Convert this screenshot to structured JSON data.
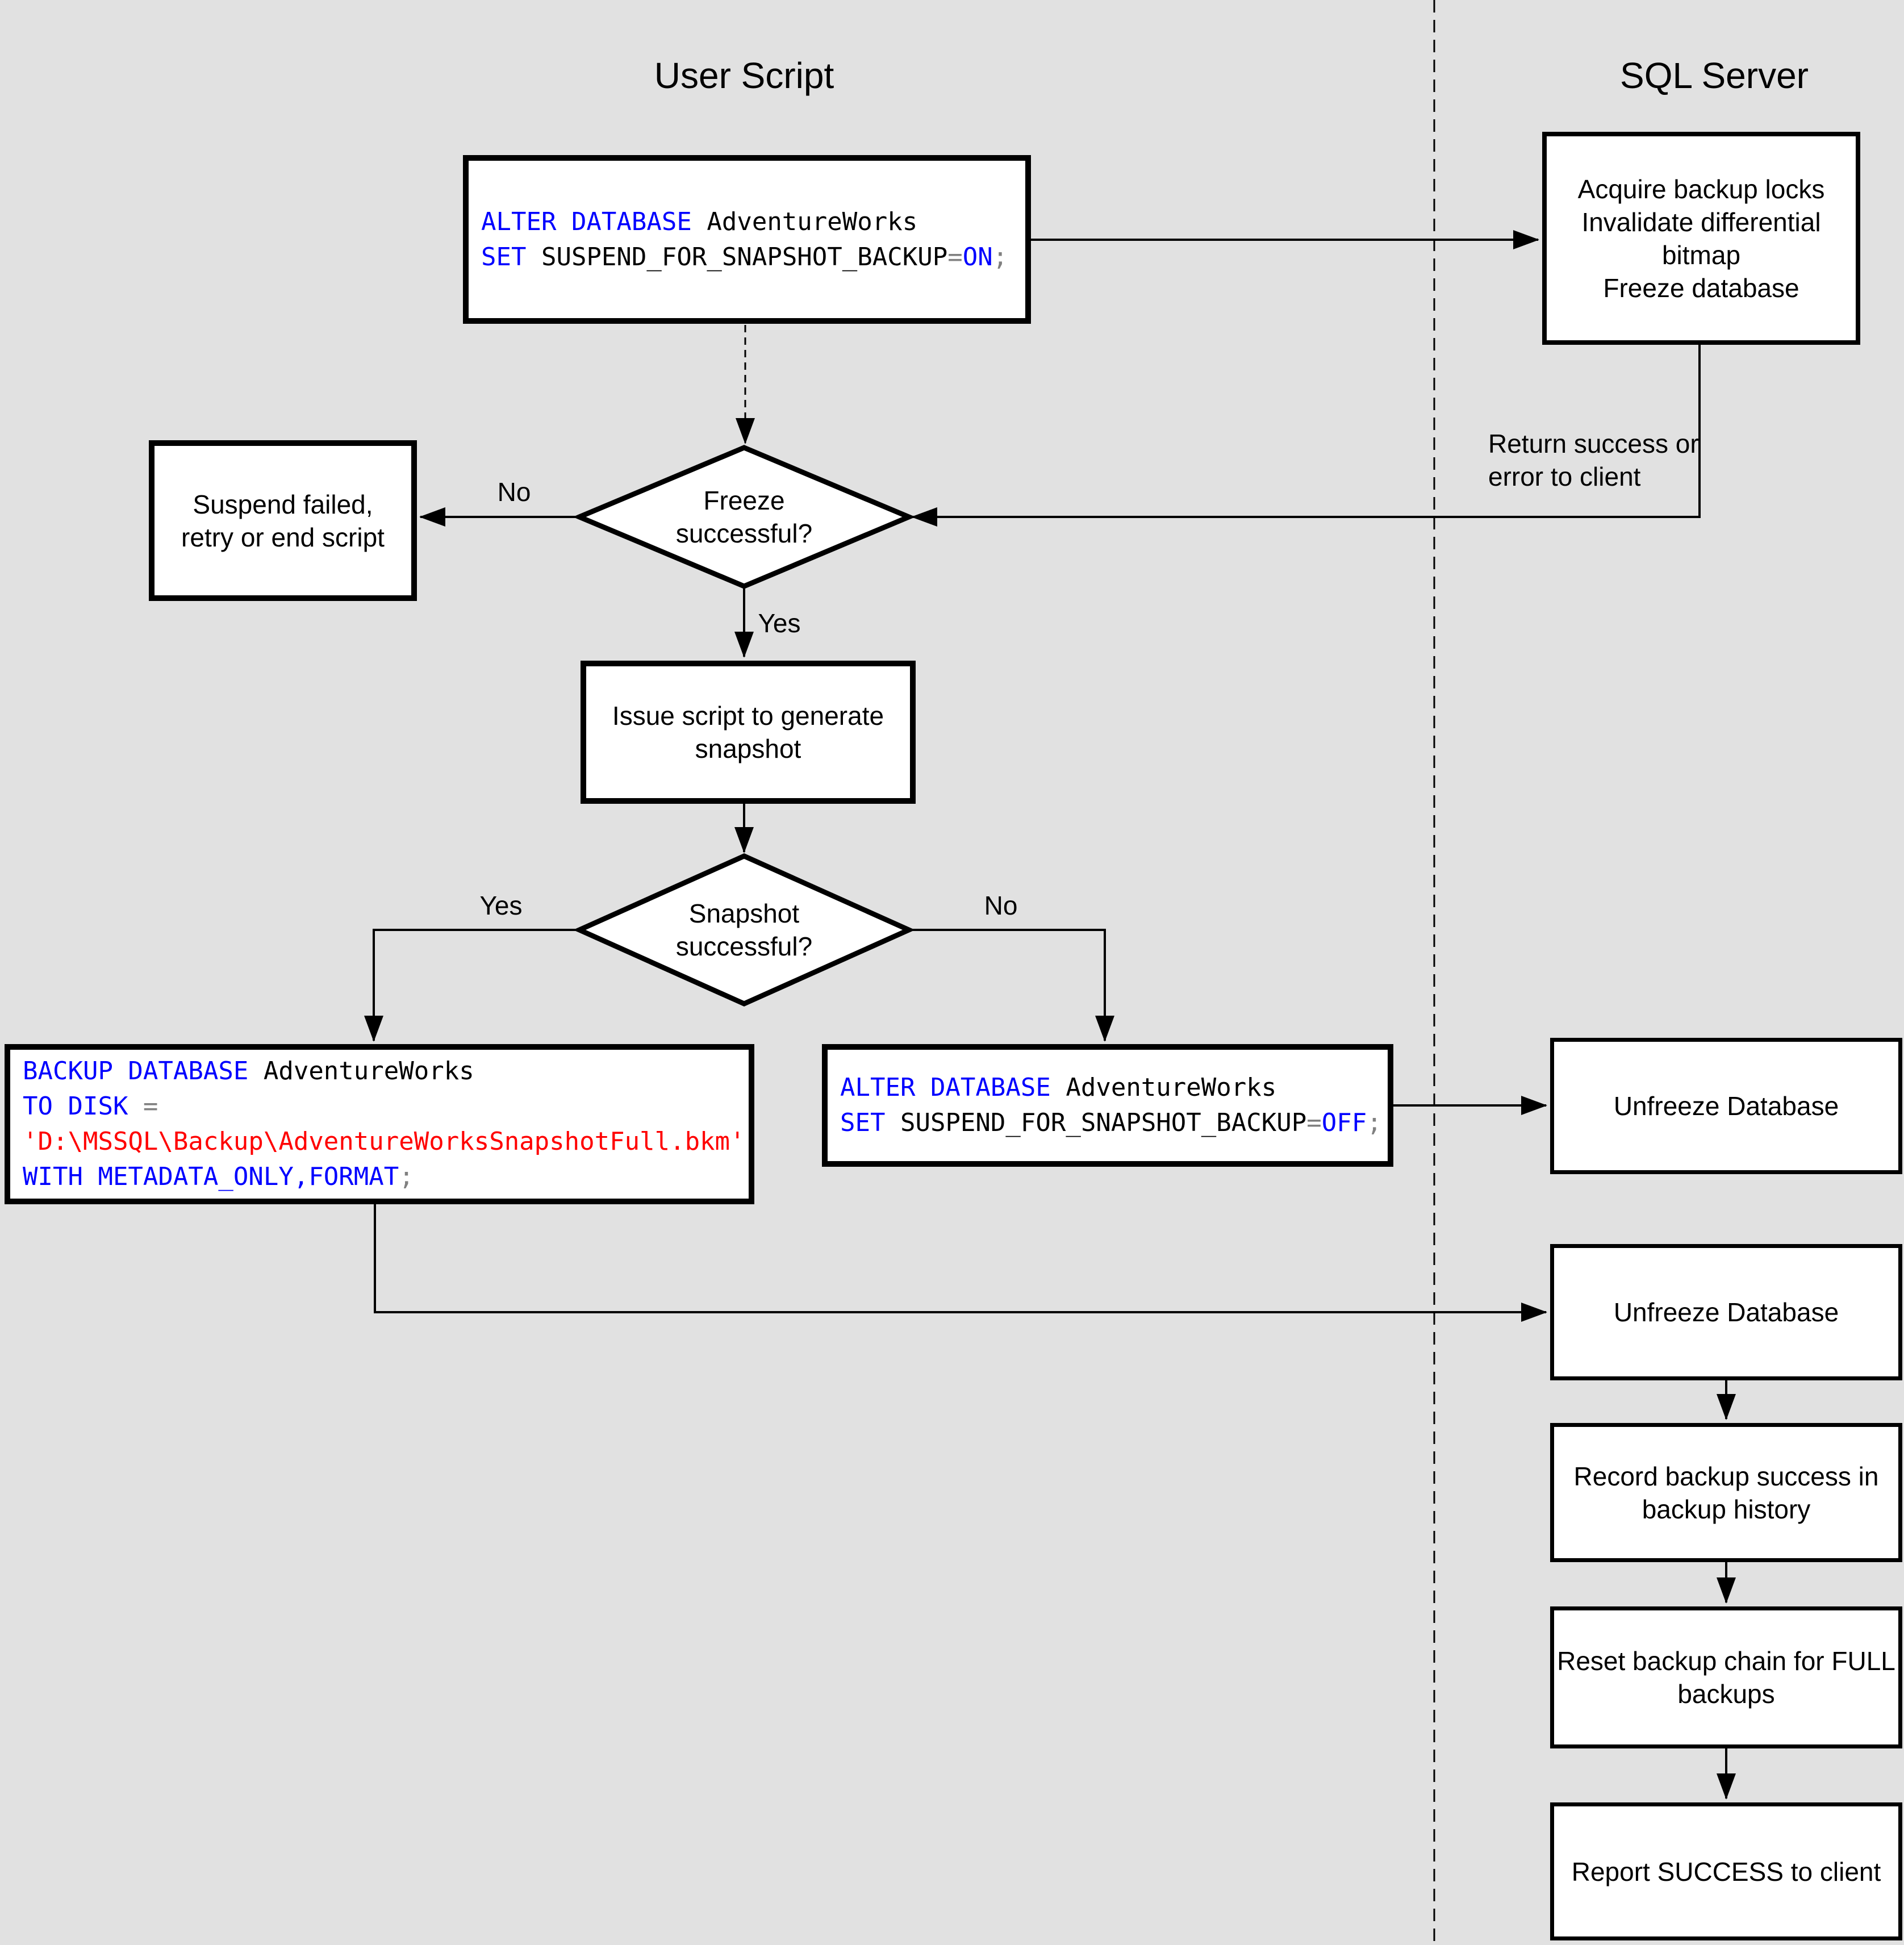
{
  "titles": {
    "left": "User Script",
    "right": "SQL Server"
  },
  "nodes": {
    "acquire": {
      "lines": [
        "Acquire backup locks",
        "Invalidate differential",
        "bitmap",
        "Freeze database"
      ]
    },
    "suspend_failed": {
      "lines": [
        "Suspend failed,",
        "retry or end script"
      ]
    },
    "freeze_decision": {
      "lines": [
        "Freeze",
        "successful?"
      ]
    },
    "issue_script": {
      "lines": [
        "Issue script to generate",
        "snapshot"
      ]
    },
    "snapshot_decision": {
      "lines": [
        "Snapshot",
        "successful?"
      ]
    },
    "unfreeze_1": {
      "lines": [
        "Unfreeze Database"
      ]
    },
    "unfreeze_2": {
      "lines": [
        "Unfreeze Database"
      ]
    },
    "record_history": {
      "lines": [
        "Record backup success in",
        "backup history"
      ]
    },
    "reset_chain": {
      "lines": [
        "Reset backup chain for FULL",
        "backups"
      ]
    },
    "report_success": {
      "lines": [
        "Report SUCCESS to client"
      ]
    }
  },
  "code_boxes": {
    "alter_on": {
      "lines": [
        [
          {
            "t": "ALTER DATABASE ",
            "c": "kw"
          },
          {
            "t": "AdventureWorks",
            "c": "id"
          }
        ],
        [
          {
            "t": "SET ",
            "c": "kw"
          },
          {
            "t": "SUSPEND_FOR_SNAPSHOT_BACKUP",
            "c": "id"
          },
          {
            "t": "=",
            "c": "op"
          },
          {
            "t": "ON",
            "c": "kw"
          },
          {
            "t": ";",
            "c": "op"
          }
        ]
      ]
    },
    "backup": {
      "lines": [
        [
          {
            "t": "BACKUP DATABASE ",
            "c": "kw"
          },
          {
            "t": "AdventureWorks",
            "c": "id"
          }
        ],
        [
          {
            "t": "TO DISK ",
            "c": "kw"
          },
          {
            "t": "=",
            "c": "op"
          }
        ],
        [
          {
            "t": "'D:\\MSSQL\\Backup\\AdventureWorksSnapshotFull.bkm'",
            "c": "str"
          }
        ],
        [
          {
            "t": "WITH METADATA_ONLY,FORMAT",
            "c": "kw"
          },
          {
            "t": ";",
            "c": "op"
          }
        ]
      ]
    },
    "alter_off": {
      "lines": [
        [
          {
            "t": "ALTER DATABASE ",
            "c": "kw"
          },
          {
            "t": "AdventureWorks",
            "c": "id"
          }
        ],
        [
          {
            "t": "SET ",
            "c": "kw"
          },
          {
            "t": "SUSPEND_FOR_SNAPSHOT_BACKUP",
            "c": "id"
          },
          {
            "t": "=",
            "c": "op"
          },
          {
            "t": "OFF",
            "c": "kw"
          },
          {
            "t": ";",
            "c": "op"
          }
        ]
      ]
    }
  },
  "edge_labels": {
    "freeze_no": "No",
    "freeze_yes": "Yes",
    "snapshot_yes": "Yes",
    "snapshot_no": "No",
    "return_note": [
      "Return success or",
      "error to client"
    ]
  },
  "syntax_colors": {
    "keyword": "#0000FF",
    "identifier": "#000000",
    "operator": "#808080",
    "string": "#FF0000"
  },
  "diagram_colors": {
    "background": "#E1E1E1",
    "node_fill": "#FFFFFF",
    "line": "#000000"
  }
}
